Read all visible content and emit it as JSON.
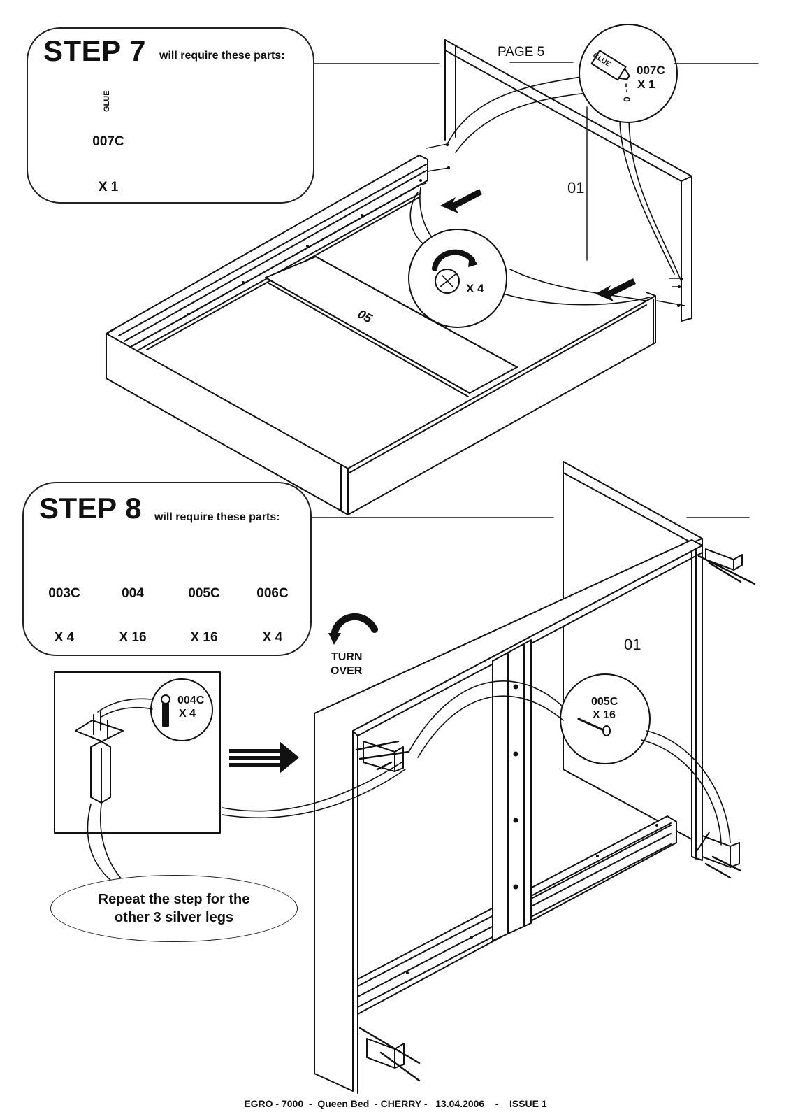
{
  "page_label": "PAGE 5",
  "footer": "EGRO - 7000  -  Queen Bed  - CHERRY -   13.04.2006    -    ISSUE 1",
  "step7": {
    "title": "STEP 7",
    "subtitle": "will require these parts:",
    "parts": [
      {
        "code": "007C",
        "qty": "X 1",
        "icon": "glue-tube-icon",
        "icon_text": "GLUE"
      }
    ],
    "callout_glue": {
      "code": "007C",
      "qty": "X 1",
      "icon_text": "GLUE"
    },
    "callout_rotate_qty": "X 4",
    "panel_headboard": "01",
    "panel_slat": "05"
  },
  "step8": {
    "title": "STEP 8",
    "subtitle": "will require these parts:",
    "parts": [
      {
        "code": "003C",
        "qty": "X 4",
        "icon": "bed-leg-icon"
      },
      {
        "code": "004",
        "qty": "X 16",
        "icon": "bolt-icon"
      },
      {
        "code": "005C",
        "qty": "X 16",
        "icon": "screw-icon"
      },
      {
        "code": "006C",
        "qty": "X 4",
        "icon": "triangle-plate-icon"
      }
    ],
    "turn_over": [
      "TURN",
      "OVER"
    ],
    "inset_callout": {
      "code": "004C",
      "qty": "X 4"
    },
    "screw_callout": {
      "code": "005C",
      "qty": "X 16"
    },
    "repeat_note": [
      "Repeat the step for the",
      "other 3 silver legs"
    ],
    "panel_headboard": "01"
  }
}
